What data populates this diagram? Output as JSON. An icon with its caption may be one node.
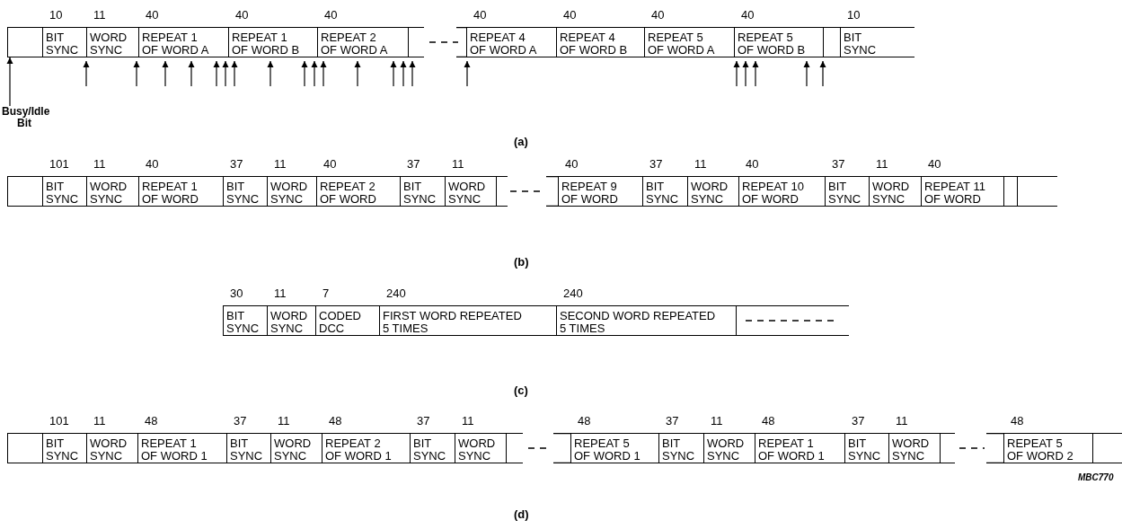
{
  "diagram": {
    "nodes": [
      {
        "text": [],
        "shape": "box"
      },
      {
        "text": [
          "BIT SYNC"
        ],
        "beside": [
          "10"
        ]
      },
      {
        "text": [
          "WORD SYNC"
        ],
        "beside": [
          "11"
        ]
      },
      {
        "text": [
          "REPEAT 1 OF WORD A"
        ],
        "beside": [
          "40"
        ]
      },
      {
        "text": [
          "REPEAT 1 OF WORD B"
        ],
        "beside": [
          "40"
        ]
      },
      {
        "text": [
          "REPEAT 2 OF WORD A"
        ],
        "beside": [
          "40"
        ]
      },
      {
        "text": [],
        "shape": "box"
      },
      {
        "text": [
          "REPEAT 4 OF WORD A"
        ],
        "beside": [
          "40"
        ]
      },
      {
        "text": [
          "REPEAT 4 OF WORD B"
        ],
        "beside": [
          "40"
        ]
      },
      {
        "text": [
          "REPEAT 5 OF WORD A"
        ],
        "beside": [
          "40"
        ]
      },
      {
        "text": [
          "REPEAT 5 OF WORD B"
        ],
        "beside": [
          "40"
        ]
      },
      {
        "text": [],
        "shape": "box"
      },
      {
        "text": [
          "BIT SYNC"
        ],
        "beside": [
          "10"
        ]
      },
      {
        "text": [
          "Busy/Idle Bit"
        ]
      },
      {
        "text": [],
        "shape": "box"
      },
      {
        "text": [
          "BIT SYNC"
        ],
        "beside": [
          "101"
        ]
      },
      {
        "text": [
          "WORD SYNC"
        ],
        "beside": [
          "11"
        ]
      },
      {
        "text": [
          "REPEAT 1 OF WORD"
        ],
        "beside": [
          "40"
        ]
      },
      {
        "text": [
          "BIT SYNC"
        ],
        "beside": [
          "37"
        ]
      },
      {
        "text": [
          "WORD SYNC"
        ],
        "beside": [
          "11"
        ]
      },
      {
        "text": [
          "REPEAT 2 OF WORD"
        ],
        "beside": [
          "40"
        ]
      },
      {
        "text": [
          "BIT SYNC"
        ],
        "beside": [
          "37"
        ]
      },
      {
        "text": [
          "WORD SYNC"
        ],
        "beside": [
          "11"
        ]
      },
      {
        "text": [],
        "shape": "box"
      },
      {
        "text": [
          "REPEAT 9 OF WORD"
        ],
        "beside": [
          "40"
        ]
      },
      {
        "text": [
          "BIT SYNC"
        ],
        "beside": [
          "37"
        ]
      },
      {
        "text": [
          "WORD SYNC"
        ],
        "beside": [
          "11"
        ]
      },
      {
        "text": [
          "REPEAT 10 OF WORD"
        ],
        "beside": [
          "40"
        ]
      },
      {
        "text": [
          "BIT SYNC"
        ],
        "beside": [
          "37"
        ]
      },
      {
        "text": [
          "WORD SYNC"
        ],
        "beside": [
          "11"
        ]
      },
      {
        "text": [
          "REPEAT 11 OF WORD"
        ],
        "beside": [
          "40"
        ]
      },
      {
        "text": [],
        "shape": "box"
      },
      {
        "text": [],
        "shape": "box"
      },
      {
        "text": [
          "BIT SYNC"
        ],
        "beside": [
          "30"
        ]
      },
      {
        "text": [
          "WORD SYNC"
        ],
        "beside": [
          "11"
        ]
      },
      {
        "text": [
          "CODED DCC"
        ],
        "beside": [
          "7"
        ]
      },
      {
        "text": [
          "FIRST WORD REPEATED 5 TIMES"
        ],
        "beside": [
          "240"
        ]
      },
      {
        "text": [
          "SECOND WORD REPEATED 5 TIMES"
        ],
        "beside": [
          "240"
        ]
      },
      {
        "text": [],
        "shape": "box"
      },
      {
        "text": [],
        "shape": "box"
      },
      {
        "text": [
          "BIT SYNC"
        ],
        "beside": [
          "101"
        ]
      },
      {
        "text": [
          "WORD SYNC"
        ],
        "beside": [
          "11"
        ]
      },
      {
        "text": [
          "REPEAT 1 OF WORD 1"
        ],
        "beside": [
          "48"
        ]
      },
      {
        "text": [
          "BIT SYNC"
        ],
        "beside": [
          "37"
        ]
      },
      {
        "text": [
          "WORD SYNC"
        ],
        "beside": [
          "11"
        ]
      },
      {
        "text": [
          "REPEAT 2 OF WORD 1"
        ],
        "beside": [
          "48"
        ]
      },
      {
        "text": [
          "BIT SYNC"
        ],
        "beside": [
          "37"
        ]
      },
      {
        "text": [
          "WORD SYNC"
        ],
        "beside": [
          "11"
        ]
      },
      {
        "text": [],
        "shape": "box"
      },
      {
        "text": [
          "REPEAT 5 OF WORD 1"
        ],
        "beside": [
          "48"
        ]
      },
      {
        "text": [
          "BIT SYNC"
        ],
        "beside": [
          "37"
        ]
      },
      {
        "text": [
          "WORD SYNC"
        ],
        "beside": [
          "11"
        ]
      },
      {
        "text": [
          "REPEAT 1 OF WORD 1"
        ],
        "beside": [
          "48"
        ]
      },
      {
        "text": [
          "BIT SYNC"
        ],
        "beside": [
          "37"
        ]
      },
      {
        "text": [
          "WORD SYNC"
        ],
        "beside": [
          "11"
        ]
      },
      {
        "text": [],
        "shape": "box"
      },
      {
        "text": [
          "REPEAT 5 OF WORD 2"
        ],
        "beside": [
          "48"
        ]
      },
      {
        "text": [],
        "shape": "box"
      }
    ],
    "edges": [
      {
        "from": 13,
        "to": 0,
        "arrow": "to"
      }
    ],
    "labels": [
      "(a)",
      "(b)",
      "(c)",
      "(d)",
      "MBC770"
    ]
  }
}
